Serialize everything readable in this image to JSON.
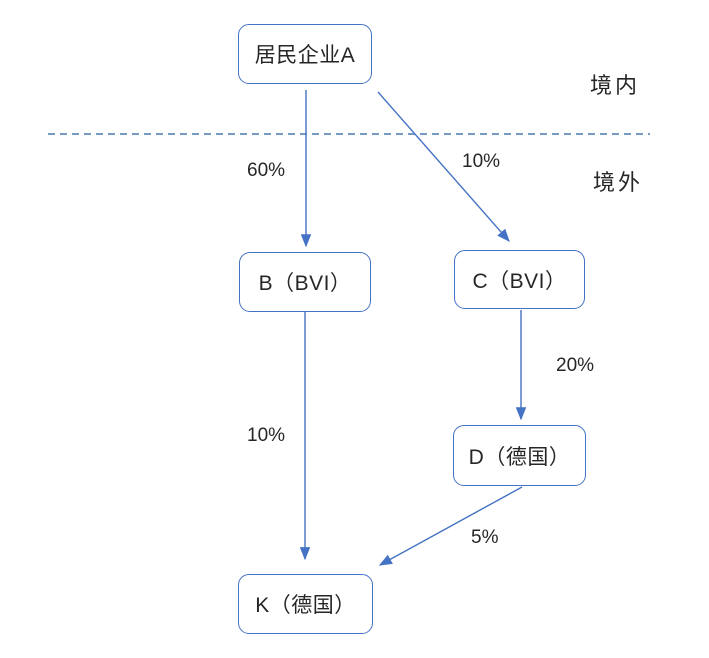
{
  "diagram": {
    "regions": {
      "domestic_label": "境内",
      "overseas_label": "境外"
    },
    "nodes": [
      {
        "id": "A",
        "label": "居民企业A"
      },
      {
        "id": "B",
        "label": "B（BVI）"
      },
      {
        "id": "C",
        "label": "C（BVI）"
      },
      {
        "id": "D",
        "label": "D（德国）"
      },
      {
        "id": "K",
        "label": "K（德国）"
      }
    ],
    "edges": [
      {
        "from": "A",
        "to": "B",
        "ownership": "60%"
      },
      {
        "from": "A",
        "to": "C",
        "ownership": "10%"
      },
      {
        "from": "C",
        "to": "D",
        "ownership": "20%"
      },
      {
        "from": "B",
        "to": "K",
        "ownership": "10%"
      },
      {
        "from": "D",
        "to": "K",
        "ownership": "5%"
      }
    ],
    "colors": {
      "arrow": "#4472C4",
      "divider": "#4878AE",
      "text": "#262626",
      "background": "#FFFFFF"
    }
  }
}
